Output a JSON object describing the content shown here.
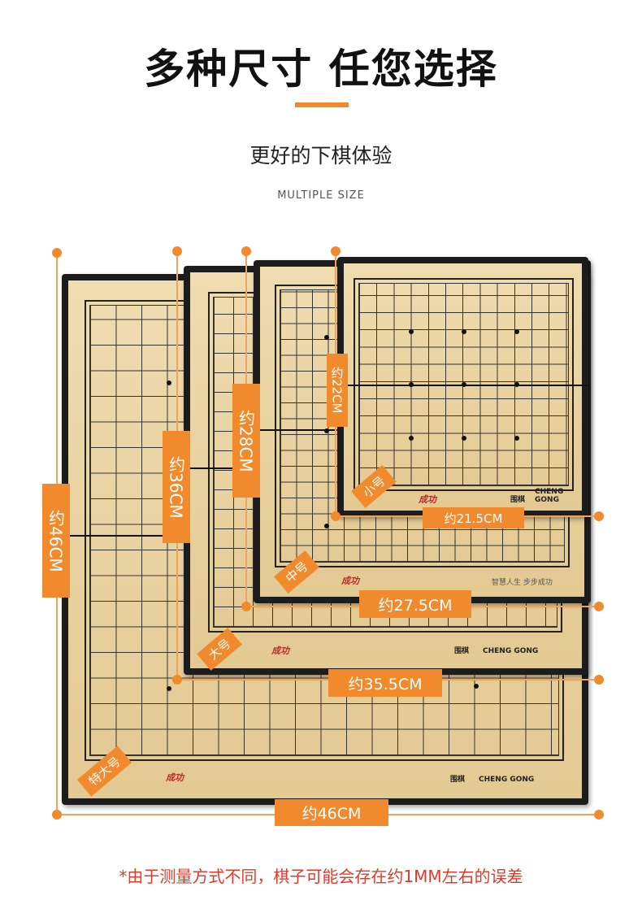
{
  "header": {
    "title": "多种尺寸 任您选择",
    "subtitle": "更好的下棋体验",
    "english": "MULTIPLE SIZE",
    "accent_color": "#f08a2c"
  },
  "boards": [
    {
      "size": "特大号",
      "width": "约46CM",
      "height": "约46CM",
      "board_name": "围棋",
      "board_brand_en": "CHENG GONG",
      "brand": "成功"
    },
    {
      "size": "大号",
      "width": "约35.5CM",
      "height": "约36CM",
      "board_name": "围棋",
      "board_brand_en": "CHENG GONG",
      "brand": "成功"
    },
    {
      "size": "中号",
      "width": "约27.5CM",
      "height": "约28CM",
      "slogan": "智慧人生 步步成功",
      "brand": "成功"
    },
    {
      "size": "小号",
      "width": "约21.5CM",
      "height": "约22CM",
      "board_name": "围棋",
      "board_brand_en": "CHENG GONG",
      "brand": "成功"
    }
  ],
  "footer": {
    "note": "*由于测量方式不同，棋子可能会存在约1MM左右的误差",
    "note_color": "#e03a2a"
  }
}
